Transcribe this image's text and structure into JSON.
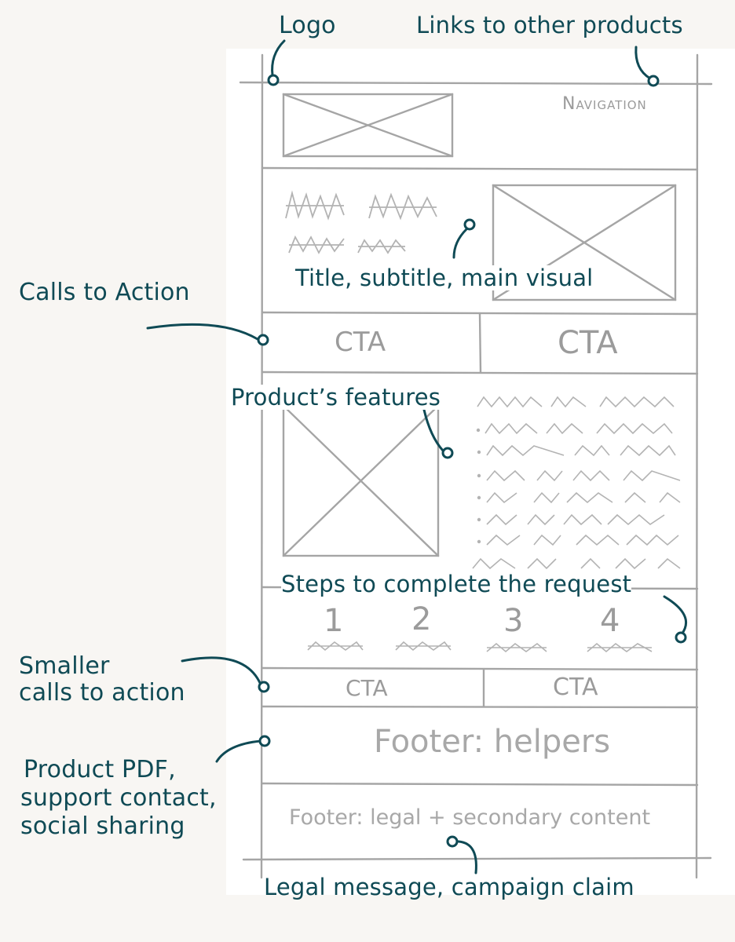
{
  "wireframe": {
    "navigation_label": "Navigation",
    "cta_primary_left": "CTA",
    "cta_primary_right": "CTA",
    "steps": [
      "1",
      "2",
      "3",
      "4"
    ],
    "cta_secondary_left": "CTA",
    "cta_secondary_right": "CTA",
    "footer_helpers": "Footer: helpers",
    "footer_legal": "Footer: legal + secondary content"
  },
  "annotations": {
    "logo": "Logo",
    "links_other_products": "Links to other products",
    "title_subtitle_visual": "Title, subtitle, main visual",
    "calls_to_action": "Calls to Action",
    "product_features": "Product’s features",
    "steps_request": "Steps to complete the request",
    "smaller_cta_line1": "Smaller",
    "smaller_cta_line2": "calls to action",
    "footer_helpers_line1": "Product PDF,",
    "footer_helpers_line2": "support contact,",
    "footer_helpers_line3": "social sharing",
    "legal_claim": "Legal message, campaign claim"
  },
  "colors": {
    "annotation": "#0f4a55",
    "sketch": "#9b9b9b",
    "background": "#f8f6f3",
    "sheet": "#ffffff"
  }
}
